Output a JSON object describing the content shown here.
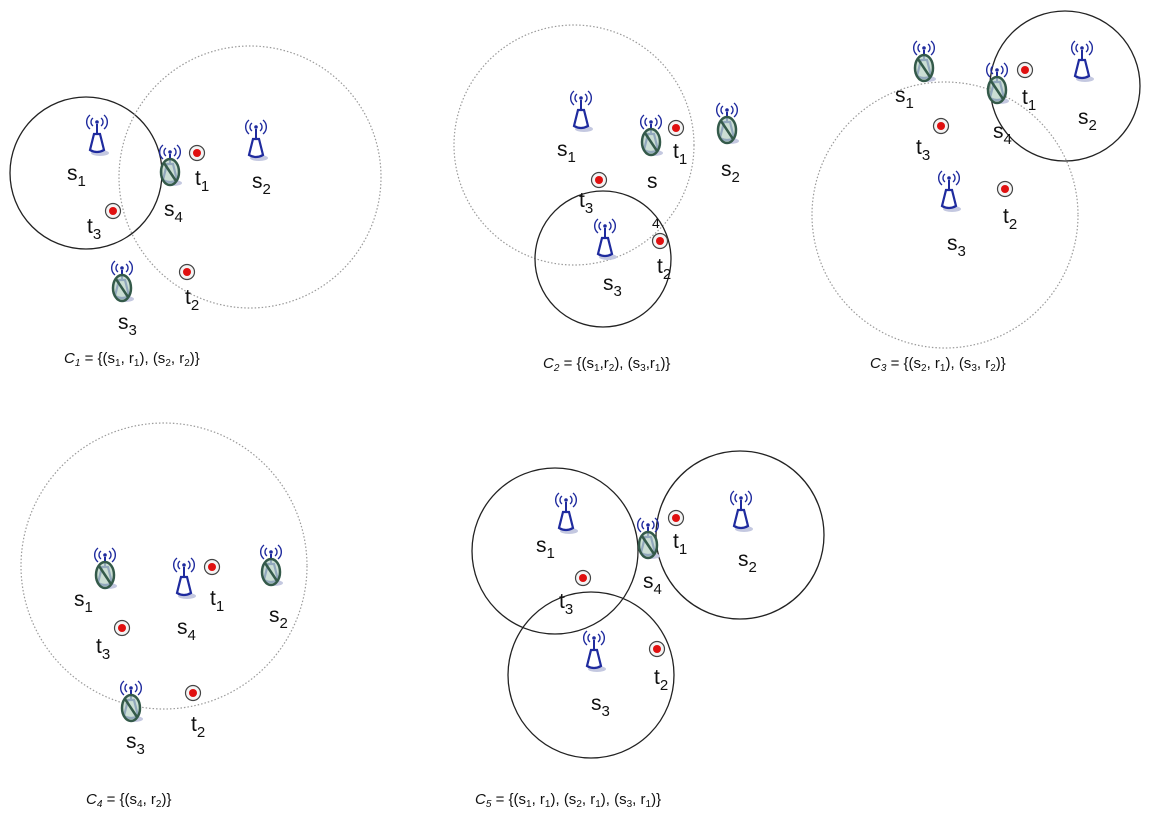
{
  "colors": {
    "antenna": "#1f2b9e",
    "antenna_body": "#ffffff",
    "shadow": "#c4c8e0",
    "disabled_ring": "#345a4a",
    "disabled_fill": "#b9d3c5",
    "target_fill": "#e01010",
    "circle_solid": "#222222",
    "circle_dotted": "#9a9a9a"
  },
  "panels": [
    {
      "id": "c1",
      "caption": {
        "var": "C",
        "sub": "1",
        "rest": " = {(s",
        "parts": [
          [
            "s",
            "1"
          ],
          [
            "r",
            "1"
          ],
          [
            "s",
            "2"
          ],
          [
            "r",
            "2"
          ]
        ]
      },
      "caption_text": "C1 = {(s1, r1), (s2, r2)}",
      "nodes": [
        {
          "kind": "sensor",
          "state": "active",
          "label": "s",
          "sub": "1"
        },
        {
          "kind": "sensor",
          "state": "disabled",
          "label": "s",
          "sub": "4"
        },
        {
          "kind": "sensor",
          "state": "active",
          "label": "s",
          "sub": "2"
        },
        {
          "kind": "sensor",
          "state": "disabled",
          "label": "s",
          "sub": "3"
        },
        {
          "kind": "target",
          "label": "t",
          "sub": "1"
        },
        {
          "kind": "target",
          "label": "t",
          "sub": "3"
        },
        {
          "kind": "target",
          "label": "t",
          "sub": "2"
        }
      ]
    },
    {
      "id": "c2",
      "caption_text": "C2 = {(s1,r2), (s3,r1)}",
      "nodes": [
        {
          "kind": "sensor",
          "state": "active",
          "label": "s",
          "sub": "1"
        },
        {
          "kind": "sensor",
          "state": "disabled",
          "label": "s",
          "sub": ""
        },
        {
          "kind": "sensor",
          "state": "disabled",
          "label": "s",
          "sub": "2"
        },
        {
          "kind": "sensor",
          "state": "active",
          "label": "s",
          "sub": "3"
        },
        {
          "kind": "target",
          "label": "t",
          "sub": "1"
        },
        {
          "kind": "target",
          "label": "t",
          "sub": "3"
        },
        {
          "kind": "target",
          "label": "t",
          "sub": "2"
        },
        {
          "kind": "note",
          "label": "4"
        }
      ]
    },
    {
      "id": "c3",
      "caption_text": "C3 = {(s2, r1), (s3, r2)}",
      "nodes": [
        {
          "kind": "sensor",
          "state": "disabled",
          "label": "s",
          "sub": "1"
        },
        {
          "kind": "sensor",
          "state": "disabled",
          "label": "s",
          "sub": "4"
        },
        {
          "kind": "sensor",
          "state": "active",
          "label": "s",
          "sub": "2"
        },
        {
          "kind": "sensor",
          "state": "active",
          "label": "s",
          "sub": "3"
        },
        {
          "kind": "target",
          "label": "t",
          "sub": "1"
        },
        {
          "kind": "target",
          "label": "t",
          "sub": "3"
        },
        {
          "kind": "target",
          "label": "t",
          "sub": "2"
        }
      ]
    },
    {
      "id": "c4",
      "caption_text": "C4 = {(s4, r2)}",
      "nodes": [
        {
          "kind": "sensor",
          "state": "disabled",
          "label": "s",
          "sub": "1"
        },
        {
          "kind": "sensor",
          "state": "active",
          "label": "s",
          "sub": "4"
        },
        {
          "kind": "sensor",
          "state": "disabled",
          "label": "s",
          "sub": "2"
        },
        {
          "kind": "sensor",
          "state": "disabled",
          "label": "s",
          "sub": "3"
        },
        {
          "kind": "target",
          "label": "t",
          "sub": "1"
        },
        {
          "kind": "target",
          "label": "t",
          "sub": "3"
        },
        {
          "kind": "target",
          "label": "t",
          "sub": "2"
        }
      ]
    },
    {
      "id": "c5",
      "caption_text": "C5 = {(s1, r1), (s2, r1), (s3, r1)}",
      "nodes": [
        {
          "kind": "sensor",
          "state": "active",
          "label": "s",
          "sub": "1"
        },
        {
          "kind": "sensor",
          "state": "disabled",
          "label": "s",
          "sub": "4"
        },
        {
          "kind": "sensor",
          "state": "active",
          "label": "s",
          "sub": "2"
        },
        {
          "kind": "sensor",
          "state": "active",
          "label": "s",
          "sub": "3"
        },
        {
          "kind": "target",
          "label": "t",
          "sub": "1"
        },
        {
          "kind": "target",
          "label": "t",
          "sub": "3"
        },
        {
          "kind": "target",
          "label": "t",
          "sub": "2"
        }
      ]
    }
  ],
  "captions": [
    {
      "var": "C",
      "idx": "1",
      "pairs": [
        [
          "1",
          "1"
        ],
        [
          "2",
          "2"
        ]
      ],
      "sep": ", "
    },
    {
      "var": "C",
      "idx": "2",
      "pairs": [
        [
          "1",
          "2"
        ],
        [
          "3",
          "1"
        ]
      ],
      "sep": ","
    },
    {
      "var": "C",
      "idx": "3",
      "pairs": [
        [
          "2",
          "1"
        ],
        [
          "3",
          "2"
        ]
      ],
      "sep": ", "
    },
    {
      "var": "C",
      "idx": "4",
      "pairs": [
        [
          "4",
          "2"
        ]
      ],
      "sep": ", "
    },
    {
      "var": "C",
      "idx": "5",
      "pairs": [
        [
          "1",
          "1"
        ],
        [
          "2",
          "1"
        ],
        [
          "3",
          "1"
        ]
      ],
      "sep": ", "
    }
  ]
}
